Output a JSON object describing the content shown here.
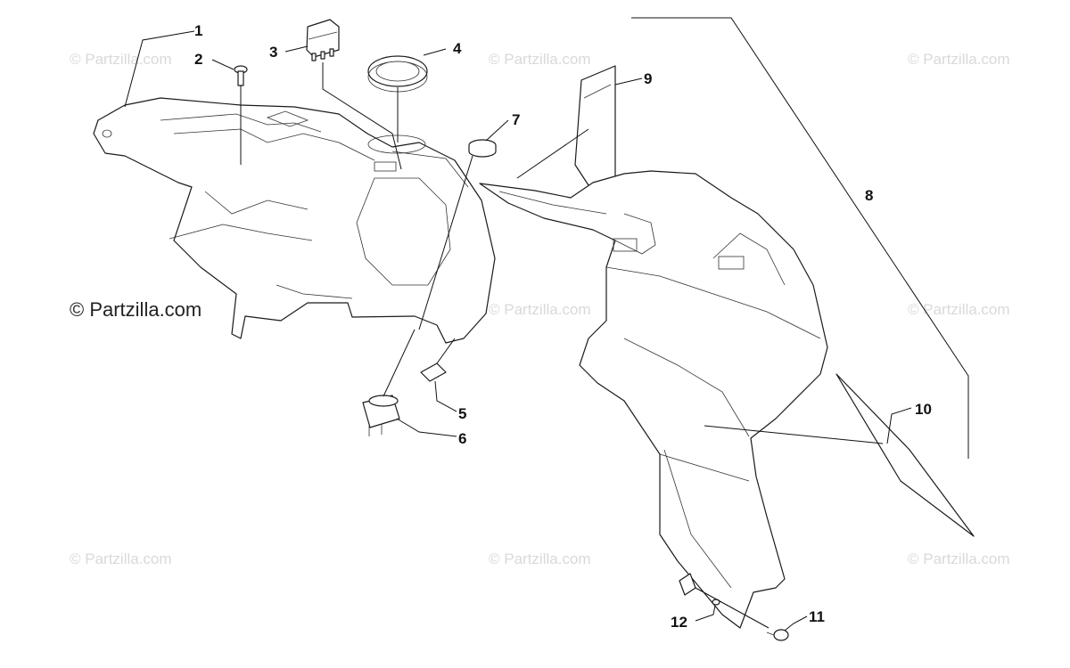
{
  "watermark": "© Partzilla.com",
  "credit": "© Partzilla.com",
  "callouts": {
    "c1": "1",
    "c2": "2",
    "c3": "3",
    "c4": "4",
    "c5": "5",
    "c6": "6",
    "c7": "7",
    "c8": "8",
    "c9": "9",
    "c10": "10",
    "c11": "11",
    "c12": "12"
  }
}
